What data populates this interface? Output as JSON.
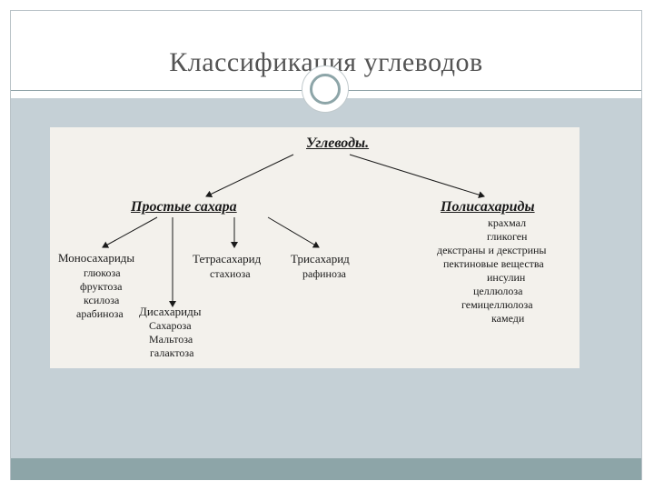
{
  "slide": {
    "title": "Классификация углеводов"
  },
  "diagram": {
    "root": "Углеводы.",
    "simple": {
      "label": "Простые сахара",
      "mono": {
        "label": "Моносахариды",
        "items": [
          "глюкоза",
          "фруктоза",
          "ксилоза",
          "арабиноза"
        ]
      },
      "di": {
        "label": "Дисахариды",
        "items": [
          "Сахароза",
          "Мальтоза",
          "галактоза"
        ]
      },
      "tetra": {
        "label": "Тетрасахарид",
        "items": [
          "стахиоза"
        ]
      },
      "tri": {
        "label": "Трисахарид",
        "items": [
          "рафиноза"
        ]
      }
    },
    "poly": {
      "label": "Полисахариды",
      "items": [
        "крахмал",
        "гликоген",
        "декстраны и декстрины",
        "пектиновые вещества",
        "инсулин",
        "целлюлоза",
        "гемицеллюлоза",
        "камеди"
      ]
    }
  },
  "colors": {
    "content_panel": "#c5d0d6",
    "accent": "#8da5a8",
    "card": "#f3f1ec",
    "title_text": "#545454"
  }
}
